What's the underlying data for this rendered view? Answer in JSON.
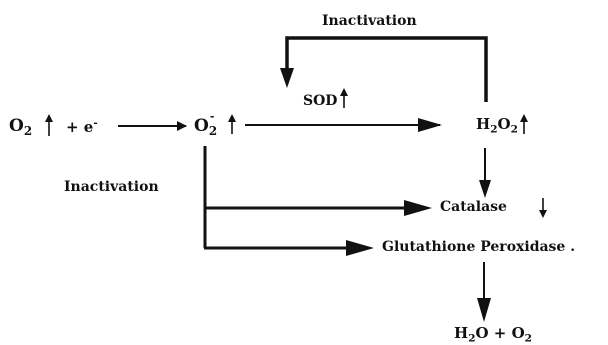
{
  "labels": {
    "inactivation_top": "Inactivation",
    "inactivation_left": "Inactivation",
    "o2": "O",
    "o2_sub": "2",
    "electron": "+ e",
    "electron_sup": "-",
    "superoxide": "O",
    "superoxide_sub": "2",
    "superoxide_sup": "-",
    "sod": "SOD",
    "h2o2_h": "H",
    "h2o2_sub1": "2",
    "h2o2_o": "O",
    "h2o2_sub2": "2",
    "catalase": "Catalase",
    "gpx": "Glutathione Peroxidase",
    "gpx_trail": ".",
    "h2o": "H",
    "h2o_sub": "2",
    "h2o_o": "O + O",
    "h2o_sub2": "2"
  }
}
